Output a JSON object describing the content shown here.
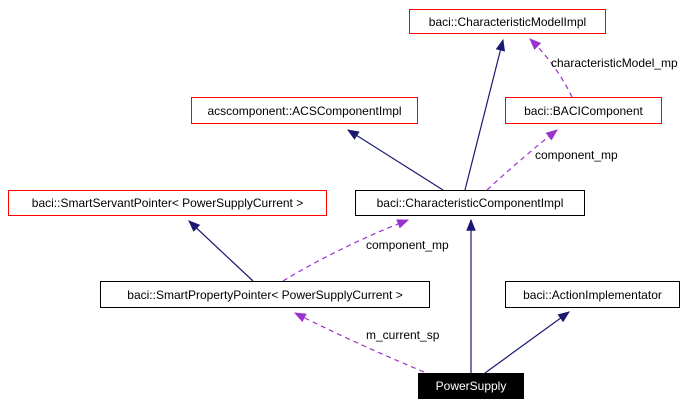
{
  "diagram": {
    "kind": "class-collaboration-graph",
    "colors": {
      "background": "#ffffff",
      "inheritance_edge": "#191970",
      "usage_edge": "#9a32cd",
      "external_node_border": "#ff0000",
      "documented_node_border": "#000000",
      "node_background": "#ffffff",
      "node_text": "#000000",
      "focus_node_background": "#000000",
      "focus_node_text": "#ffffff"
    },
    "nodes": {
      "characteristic_model_impl": {
        "label": "baci::CharacteristicModelImpl"
      },
      "acs_component_impl": {
        "label": "acscomponent::ACSComponentImpl"
      },
      "baci_component": {
        "label": "baci::BACIComponent"
      },
      "smart_servant_pointer": {
        "label": "baci::SmartServantPointer< PowerSupplyCurrent >"
      },
      "characteristic_component_impl": {
        "label": "baci::CharacteristicComponentImpl"
      },
      "smart_property_pointer": {
        "label": "baci::SmartPropertyPointer< PowerSupplyCurrent >"
      },
      "action_implementator": {
        "label": "baci::ActionImplementator"
      },
      "power_supply": {
        "label": "PowerSupply"
      }
    },
    "edge_labels": {
      "characteristic_model_mp": "characteristicModel_mp",
      "component_mp_upper": "component_mp",
      "component_mp_lower": "component_mp",
      "m_current_sp": "m_current_sp"
    }
  }
}
